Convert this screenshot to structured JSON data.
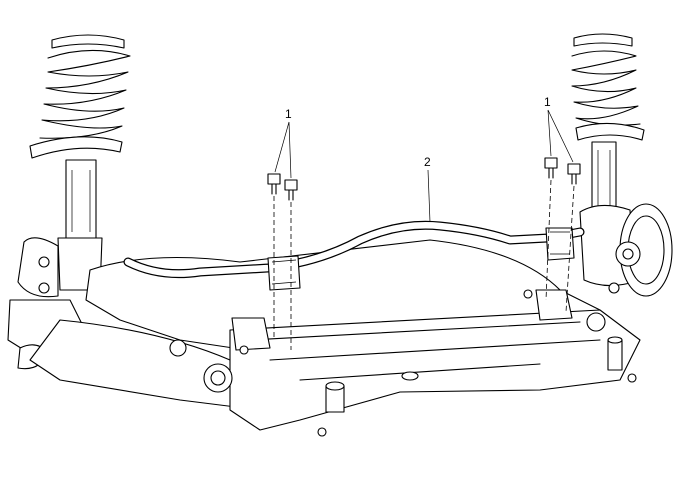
{
  "callouts": {
    "bolts_left": "1",
    "bar": "2",
    "bolts_right": "1"
  }
}
